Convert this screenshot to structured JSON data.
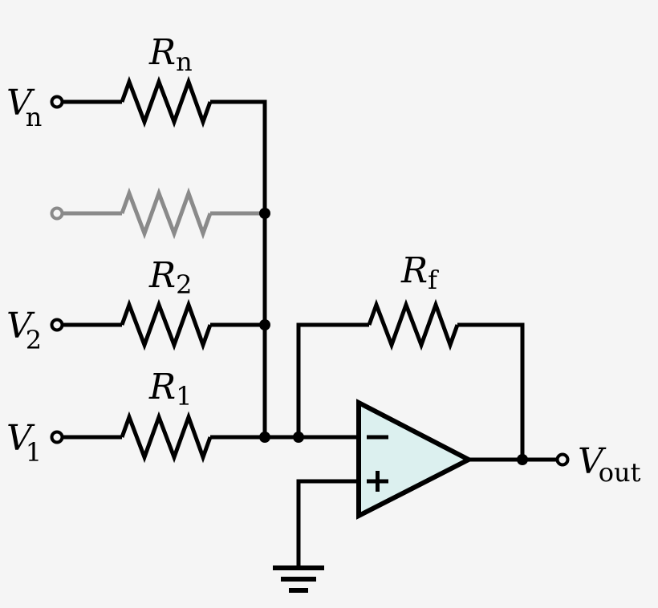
{
  "labels": {
    "rn_main": "R",
    "rn_sub": "n",
    "vn_main": "V",
    "vn_sub": "n",
    "r2_main": "R",
    "r2_sub": "2",
    "v2_main": "V",
    "v2_sub": "2",
    "r1_main": "R",
    "r1_sub": "1",
    "v1_main": "V",
    "v1_sub": "1",
    "rf_main": "R",
    "rf_sub": "f",
    "vout_main": "V",
    "vout_sub": "out"
  },
  "colors": {
    "background": "#f5f5f5",
    "wire": "#000000",
    "placeholder_branch": "#8a8a8a",
    "opamp_fill": "#dcf0ef"
  }
}
